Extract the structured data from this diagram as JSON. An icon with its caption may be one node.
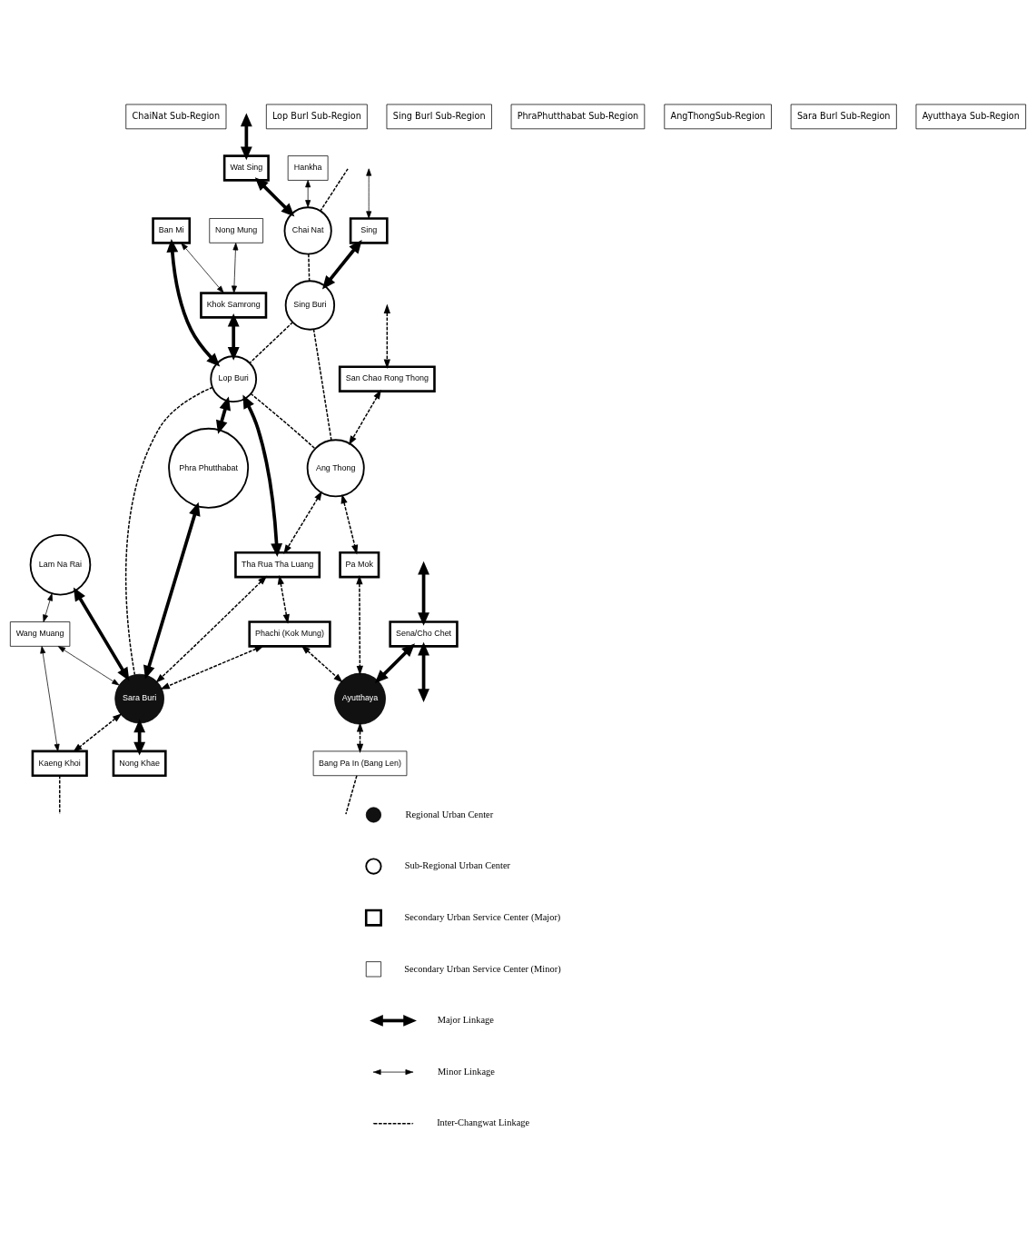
{
  "diagram": {
    "nodes": [
      {
        "text": [
          "ChaiNat Sub-Region"
        ]
      },
      {
        "text": [
          "Nong Mung"
        ]
      },
      {
        "text": [
          "Wat Sing"
        ]
      },
      {
        "text": [
          "Lop Burl Sub-Region"
        ]
      },
      {
        "text": [
          "Chai Nat"
        ]
      },
      {
        "text": [
          "Ban Mi"
        ]
      },
      {
        "text": [
          "Khok Samrong"
        ]
      },
      {
        "text": [
          "Hankha"
        ]
      },
      {
        "text": [
          "Lam Na Rai"
        ]
      },
      {
        "text": [
          "Sing Burl Sub-Region"
        ]
      },
      {
        "text": [
          "PhraPhutthabat Sub-Region"
        ]
      },
      {
        "text": [
          "Sing"
        ]
      },
      {
        "text": [
          "Sing Buri"
        ]
      },
      {
        "text": [
          "Lop Buri"
        ]
      },
      {
        "text": [
          "Phra Phutthabat"
        ]
      },
      {
        "text": [
          "Wang Muang"
        ]
      },
      {
        "text": [
          "AngThongSub-Region"
        ]
      },
      {
        "text": [
          "Ang Thong"
        ]
      },
      {
        "text": [
          "Tha Rua Tha Luang"
        ]
      },
      {
        "text": [
          "San Chao Rong Thong"
        ]
      },
      {
        "text": [
          "Sara Buri"
        ]
      },
      {
        "text": [
          "Kaeng Khoi"
        ]
      },
      {
        "text": [
          "Pa Mok"
        ]
      },
      {
        "text": [
          "Phachi (Kok Mung)"
        ]
      },
      {
        "text": [
          "Sara Burl Sub-Region"
        ]
      },
      {
        "text": [
          "Nong Khae"
        ]
      },
      {
        "text": [
          "Ayutthaya"
        ]
      },
      {
        "text": [
          "Sena/Cho Chet"
        ]
      },
      {
        "text": [
          "Ayutthaya Sub-Region"
        ]
      },
      {
        "text": [
          "Bang Pa In (Bang Len)"
        ]
      }
    ],
    "edges": [
      {
        "from": null,
        "to": 2,
        "arrow": "both",
        "style": "thick"
      },
      {
        "from": 2,
        "to": 4,
        "arrow": "both",
        "style": "thick"
      },
      {
        "from": 7,
        "to": 4,
        "arrow": "both"
      },
      {
        "from": null,
        "to": 4,
        "arrow": "none",
        "style": "dashed"
      },
      {
        "from": 1,
        "to": 6,
        "arrow": "both"
      },
      {
        "from": 5,
        "to": 6,
        "arrow": "both"
      },
      {
        "from": 5,
        "to": 13,
        "arrow": "both",
        "style": "thick"
      },
      {
        "from": 6,
        "to": 13,
        "arrow": "both",
        "style": "thick"
      },
      {
        "from": 4,
        "to": 12,
        "arrow": "none",
        "style": "dashed"
      },
      {
        "from": null,
        "to": 11,
        "arrow": "both"
      },
      {
        "from": 11,
        "to": 12,
        "arrow": "both",
        "style": "thick"
      },
      {
        "from": 12,
        "to": 13,
        "arrow": "none",
        "style": "dashed"
      },
      {
        "from": 13,
        "to": 14,
        "arrow": "both",
        "style": "thick"
      },
      {
        "from": 8,
        "to": 20,
        "arrow": "both",
        "style": "thick"
      },
      {
        "from": 8,
        "to": 15,
        "arrow": "both"
      },
      {
        "from": 12,
        "to": 17,
        "arrow": "none",
        "style": "dashed"
      },
      {
        "from": 13,
        "to": 18,
        "arrow": "both",
        "style": "thick"
      },
      {
        "from": 13,
        "to": 17,
        "arrow": "none",
        "style": "dashed"
      },
      {
        "from": 13,
        "to": 20,
        "arrow": "none",
        "style": "dashed"
      },
      {
        "from": 14,
        "to": 20,
        "arrow": "both",
        "style": "thick"
      },
      {
        "from": 15,
        "to": 20,
        "arrow": "both"
      },
      {
        "from": 15,
        "to": 21,
        "arrow": "both"
      },
      {
        "from": null,
        "to": 19,
        "arrow": "both",
        "style": "dashed"
      },
      {
        "from": 19,
        "to": 17,
        "arrow": "both",
        "style": "dashed"
      },
      {
        "from": 17,
        "to": 18,
        "arrow": "both",
        "style": "dashed"
      },
      {
        "from": 18,
        "to": 20,
        "arrow": "both",
        "style": "dashed"
      },
      {
        "from": 20,
        "to": 21,
        "arrow": "both",
        "style": "dashed"
      },
      {
        "from": 21,
        "to": null,
        "arrow": "none",
        "style": "dashed"
      },
      {
        "from": 18,
        "to": 23,
        "arrow": "both",
        "style": "dashed"
      },
      {
        "from": 23,
        "to": 20,
        "arrow": "both",
        "style": "dashed"
      },
      {
        "from": 17,
        "to": 22,
        "arrow": "both",
        "style": "dashed"
      },
      {
        "from": 20,
        "to": 25,
        "arrow": "both",
        "style": "thick"
      },
      {
        "from": 22,
        "to": 26,
        "arrow": "both",
        "style": "dashed"
      },
      {
        "from": 23,
        "to": 26,
        "arrow": "both",
        "style": "dashed"
      },
      {
        "from": null,
        "to": 27,
        "arrow": "both",
        "style": "thick"
      },
      {
        "from": 27,
        "to": 26,
        "arrow": "both",
        "style": "thick"
      },
      {
        "from": 27,
        "to": null,
        "arrow": "both",
        "style": "thick"
      },
      {
        "from": 26,
        "to": 29,
        "arrow": "both",
        "style": "dashed"
      },
      {
        "from": 29,
        "to": null,
        "arrow": "none",
        "style": "dashed"
      }
    ],
    "legend": [
      {
        "text": "Regional Urban Center"
      },
      {
        "text": "Sub-Regional Urban Center"
      },
      {
        "text": "Secondary Urban Service Center (Major)"
      },
      {
        "text": "Secondary Urban Service Center (Minor)"
      },
      {
        "text": "Major Linkage"
      },
      {
        "text": "Minor Linkage"
      },
      {
        "text": "Inter-Changwat Linkage"
      }
    ]
  }
}
